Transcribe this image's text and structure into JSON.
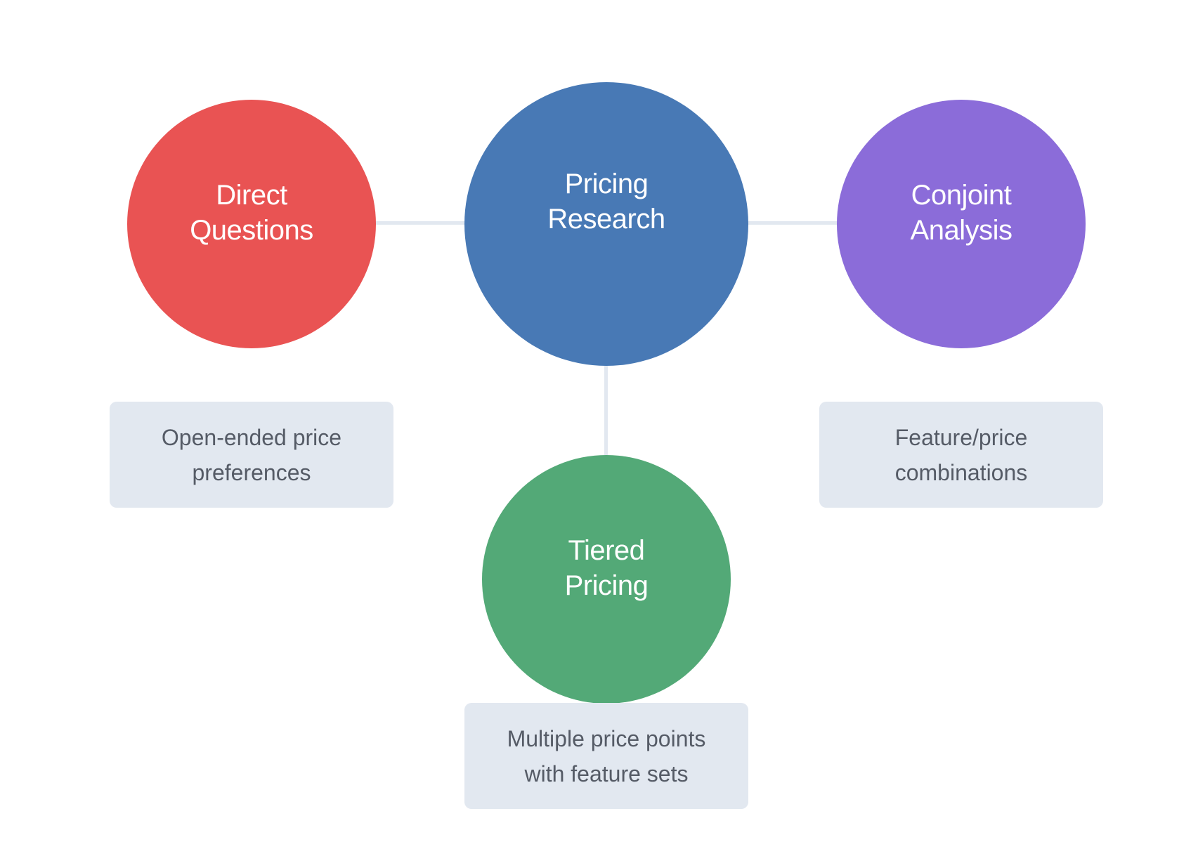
{
  "center": {
    "lines": [
      "Pricing",
      "Research"
    ],
    "color": "#4879b5"
  },
  "branches": [
    {
      "id": "direct-questions",
      "lines": [
        "Direct",
        "Questions"
      ],
      "color": "#e95353",
      "description": [
        "Open-ended price",
        "preferences"
      ]
    },
    {
      "id": "conjoint-analysis",
      "lines": [
        "Conjoint",
        "Analysis"
      ],
      "color": "#8b6cd9",
      "description": [
        "Feature/price",
        "combinations"
      ]
    },
    {
      "id": "tiered-pricing",
      "lines": [
        "Tiered",
        "Pricing"
      ],
      "color": "#53a977",
      "description": [
        "Multiple price points",
        "with feature sets"
      ]
    }
  ],
  "connector_color": "#e2e8f0",
  "description_box_color": "#e2e8f0"
}
